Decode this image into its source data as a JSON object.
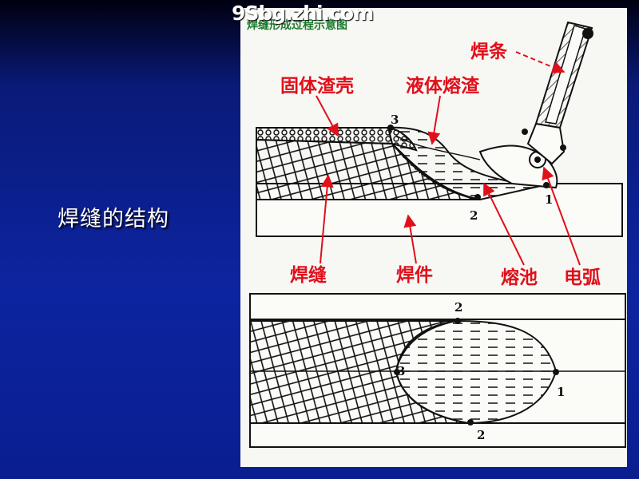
{
  "slide": {
    "title": "焊缝的结构",
    "watermark": "9Sbg.zhi.com"
  },
  "figure": {
    "caption": "焊缝形成过程示意图",
    "labels": {
      "electrode": "焊条",
      "solid_slag": "固体渣壳",
      "liquid_slag": "液体熔渣",
      "weld": "焊缝",
      "workpiece": "焊件",
      "molten_pool": "熔池",
      "arc": "电弧"
    },
    "markers": {
      "top_1": "1",
      "top_2": "2",
      "top_3": "3",
      "bottom_1": "1",
      "bottom_2_upper": "2",
      "bottom_2_lower": "2",
      "bottom_3": "3"
    },
    "colors": {
      "label": "#e0101a",
      "caption": "#1a7a2a",
      "line": "#111111"
    }
  }
}
